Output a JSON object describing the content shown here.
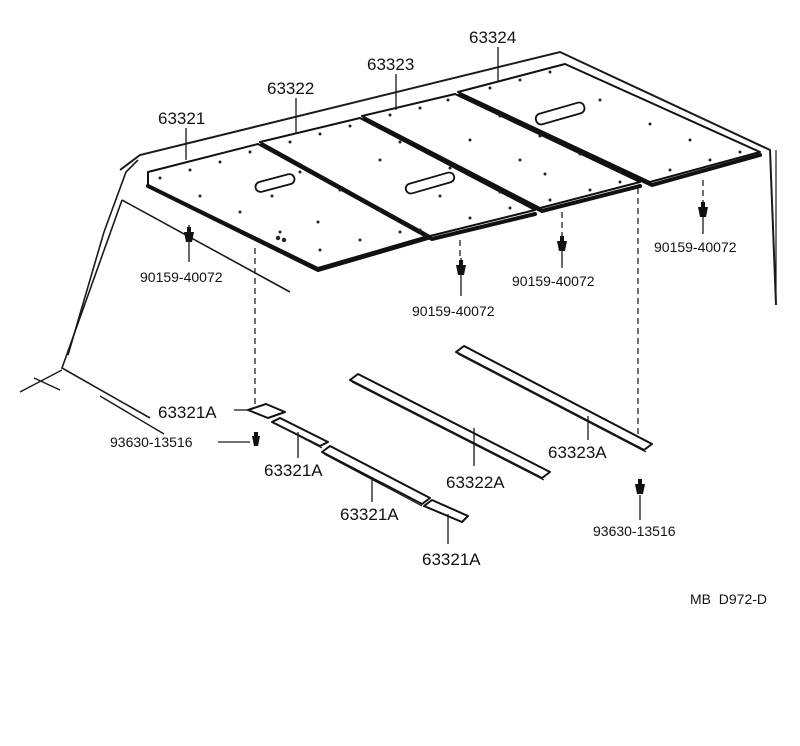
{
  "diagram": {
    "panels": [
      {
        "part": "63321"
      },
      {
        "part": "63322"
      },
      {
        "part": "63323"
      },
      {
        "part": "63324"
      }
    ],
    "clips": [
      {
        "part": "90159-40072"
      },
      {
        "part": "90159-40072"
      },
      {
        "part": "90159-40072"
      },
      {
        "part": "90159-40072"
      }
    ],
    "strips": [
      {
        "part": "63321A"
      },
      {
        "part": "63321A"
      },
      {
        "part": "63321A"
      },
      {
        "part": "63321A"
      },
      {
        "part": "63322A"
      },
      {
        "part": "63323A"
      }
    ],
    "screws": [
      {
        "part": "93630-13516"
      },
      {
        "part": "93630-13516"
      }
    ],
    "code": "MB  D972-D"
  }
}
